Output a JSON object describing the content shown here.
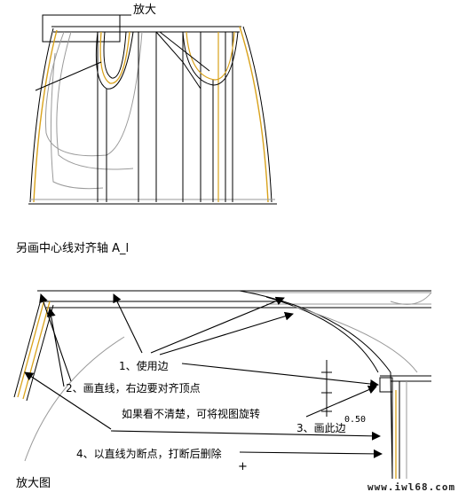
{
  "colors": {
    "pattern_line": "#000000",
    "seam_line": "#d9a21b",
    "guide_line": "#9a9a9a"
  },
  "top_figure": {
    "zoom_label": "放大"
  },
  "caption_1": "另画中心线对齐轴 A_l",
  "bottom_figure": {
    "annotations": {
      "step1": "1、使用边",
      "step2": "2、画直线，右边要对齐顶点",
      "hint": "如果看不清楚，可将视图旋转",
      "step3": "3、画此边",
      "dimension": "0.50",
      "step4": "4、以直线为断点，打断后删除",
      "cross_mark": "+"
    }
  },
  "caption_2": "放大图",
  "watermark": "www.iwl68.com"
}
